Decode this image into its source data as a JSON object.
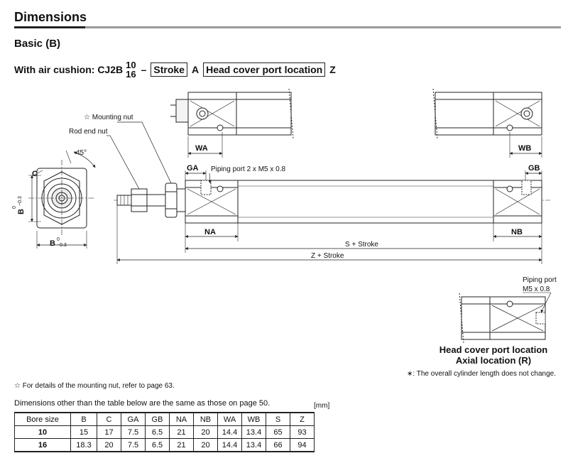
{
  "heading": "Dimensions",
  "subheading": "Basic (B)",
  "model": {
    "prefix": "With air cushion: CJ2B",
    "bore_top": "10",
    "bore_bottom": "16",
    "dash": "–",
    "stroke_box": "Stroke",
    "a_letter": "A",
    "head_box": "Head cover port location",
    "z_letter": "Z"
  },
  "labels": {
    "mounting_nut": "☆ Mounting nut",
    "rod_end_nut": "Rod end nut",
    "angle": "45°",
    "c_dim": "C",
    "b_dim": "B",
    "b_tol_top": "0",
    "b_tol_bottom": "−0.3",
    "wa": "WA",
    "wb": "WB",
    "ga": "GA",
    "gb": "GB",
    "piping_port": "Piping port 2 x M5 x 0.8",
    "na": "NA",
    "nb": "NB",
    "s_stroke": "S + Stroke",
    "z_stroke": "Z + Stroke",
    "piping_port_r_line1": "Piping port",
    "piping_port_r_line2": "M5 x 0.8"
  },
  "caption_line1": "Head cover port location",
  "caption_line2": "Axial location (R)",
  "overall_note": "∗: The overall cylinder length does not change.",
  "mounting_note": "☆ For details of the mounting nut, refer to page 63.",
  "table_intro": "Dimensions other than the table below are the same as those on page 50.",
  "table_unit": "[mm]",
  "table": {
    "headers": [
      "Bore size",
      "B",
      "C",
      "GA",
      "GB",
      "NA",
      "NB",
      "WA",
      "WB",
      "S",
      "Z"
    ],
    "rows": [
      [
        "10",
        "15",
        "17",
        "7.5",
        "6.5",
        "21",
        "20",
        "14.4",
        "13.4",
        "65",
        "93"
      ],
      [
        "16",
        "18.3",
        "20",
        "7.5",
        "6.5",
        "21",
        "20",
        "14.4",
        "13.4",
        "66",
        "94"
      ]
    ]
  }
}
